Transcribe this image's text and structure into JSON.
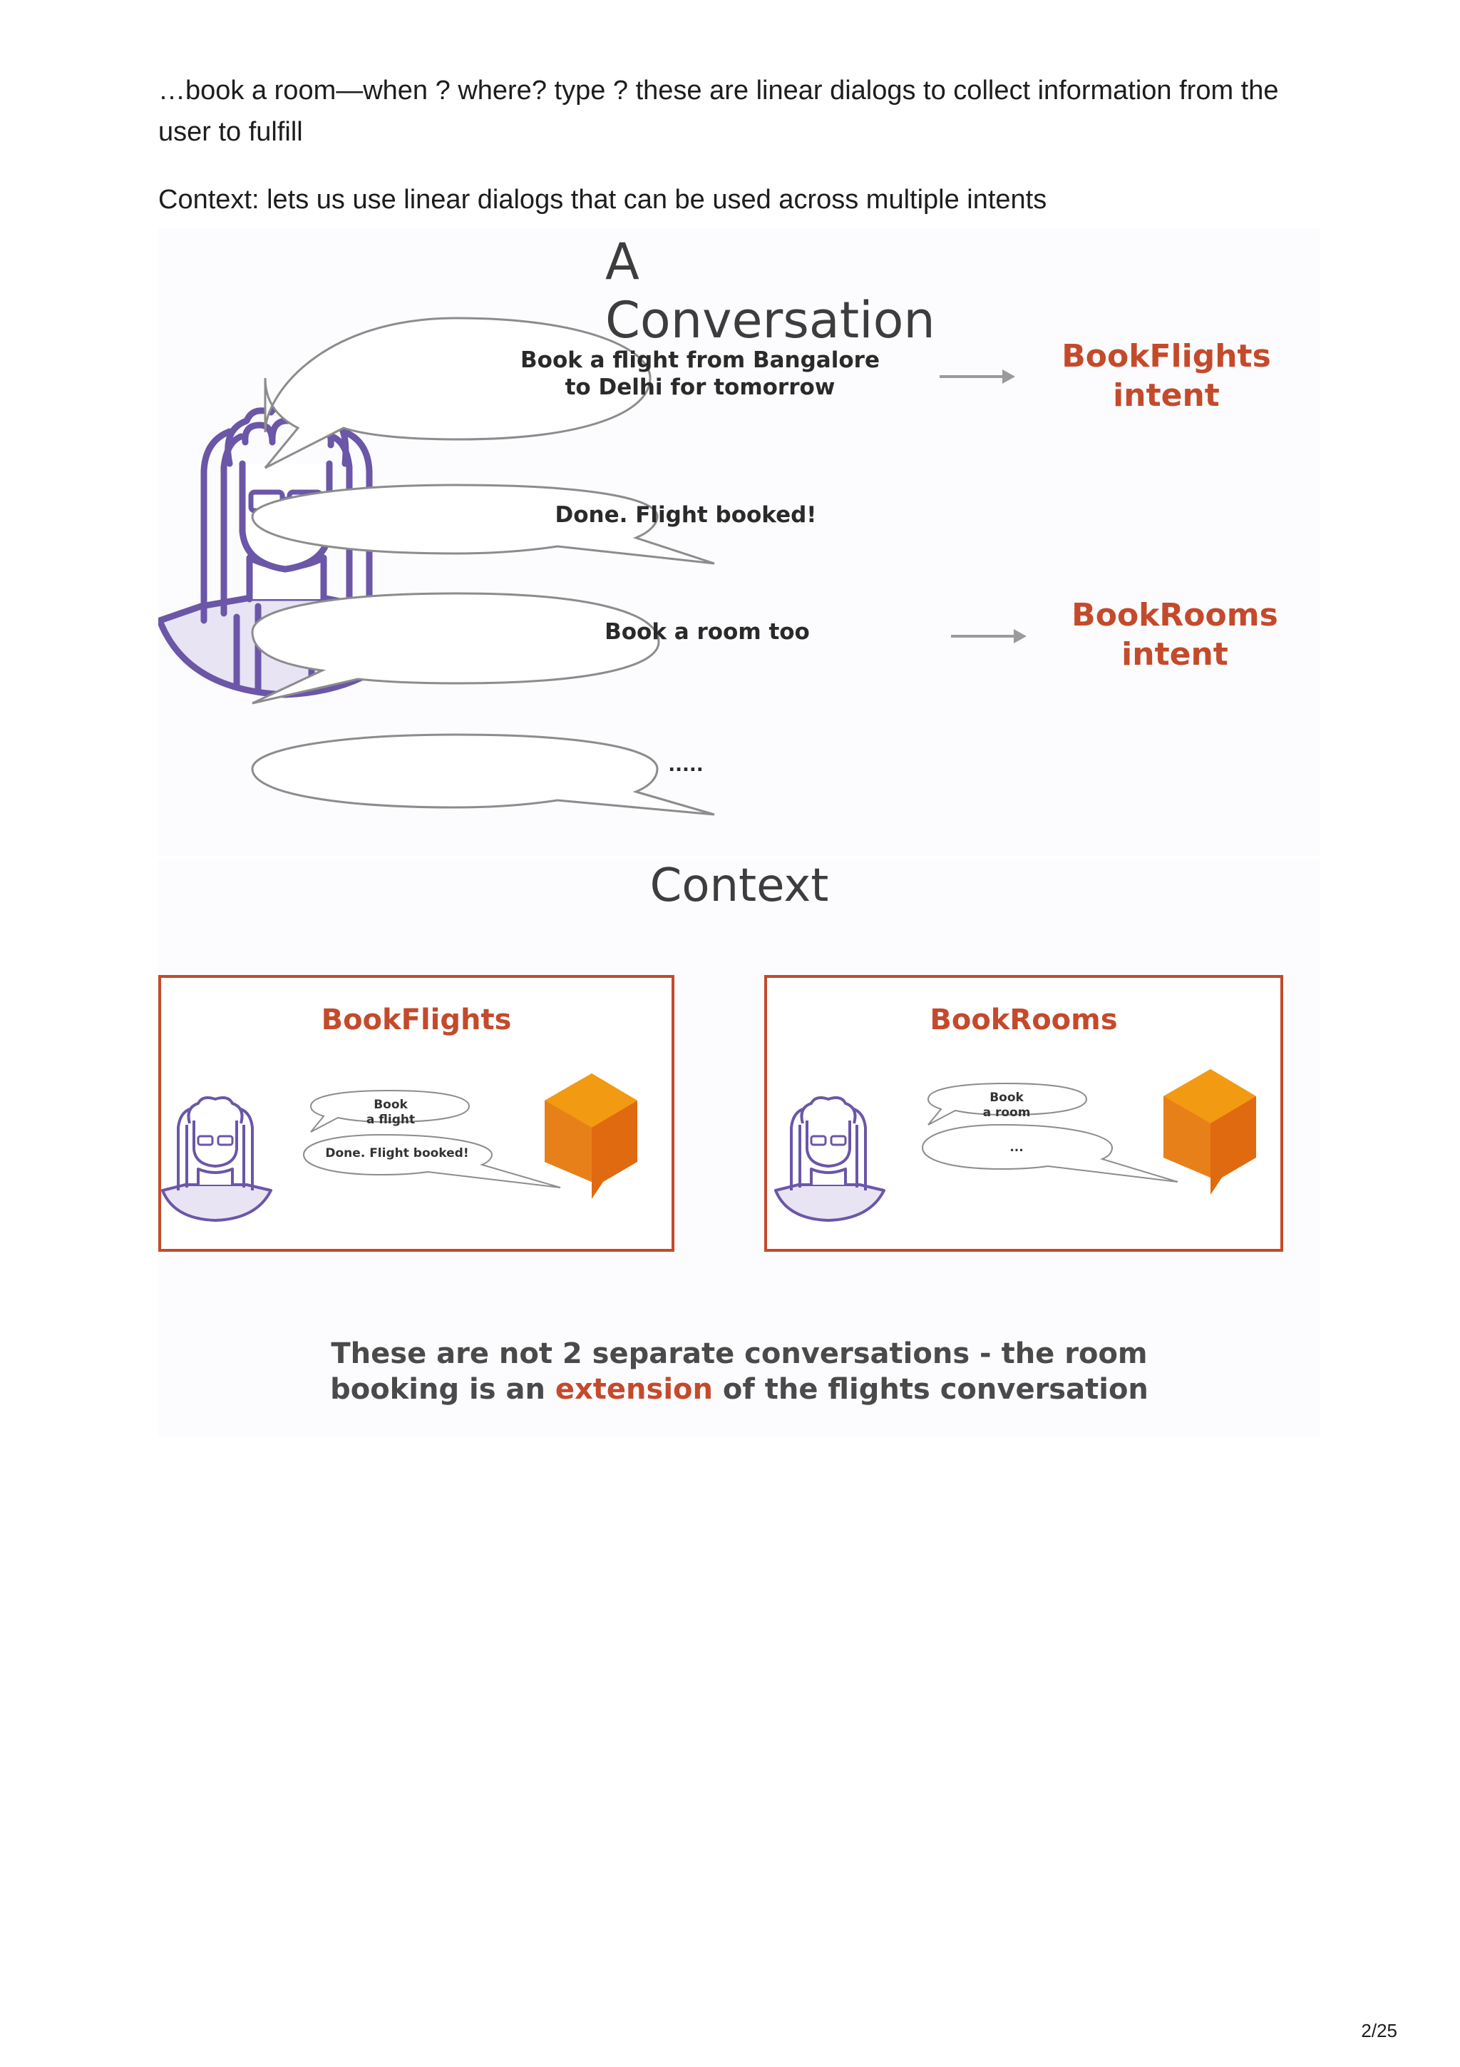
{
  "text": {
    "p1": "…book a room—when ? where? type ? these are linear dialogs to collect information from the user to fulfill",
    "p2": "Context: lets us use linear dialogs that can be used across multiple intents"
  },
  "slide1": {
    "title": "A Conversation",
    "bubbles": [
      "Book a flight from Bangalore to Delhi for tomorrow",
      "Done. Flight booked!",
      "Book a room too",
      "....."
    ],
    "intents": [
      {
        "name": "BookFlights",
        "suffix": "intent"
      },
      {
        "name": "BookRooms",
        "suffix": "intent"
      }
    ]
  },
  "slide2": {
    "title": "Context",
    "panels": [
      {
        "title": "BookFlights",
        "bubble1": "Book a flight",
        "bubble1_line1": "Book",
        "bubble1_line2": "a flight",
        "bubble2": "Done. Flight booked!"
      },
      {
        "title": "BookRooms",
        "bubble1": "Book a room",
        "bubble1_line1": "Book",
        "bubble1_line2": "a room",
        "bubble2": "..."
      }
    ],
    "caption": {
      "line1": "These are not 2 separate conversations - the room",
      "line2_pre": "booking is an ",
      "line2_accent": "extension",
      "line2_post": " of the flights conversation"
    }
  },
  "page_number": "2/25",
  "colors": {
    "accent": "#c44a2c",
    "avatar_purple": "#6b56a8",
    "avatar_fill": "#e8e4f4",
    "bubble_stroke": "#8c8c8c",
    "box_orange_light": "#f29a12",
    "box_orange_dark": "#e06a10"
  }
}
